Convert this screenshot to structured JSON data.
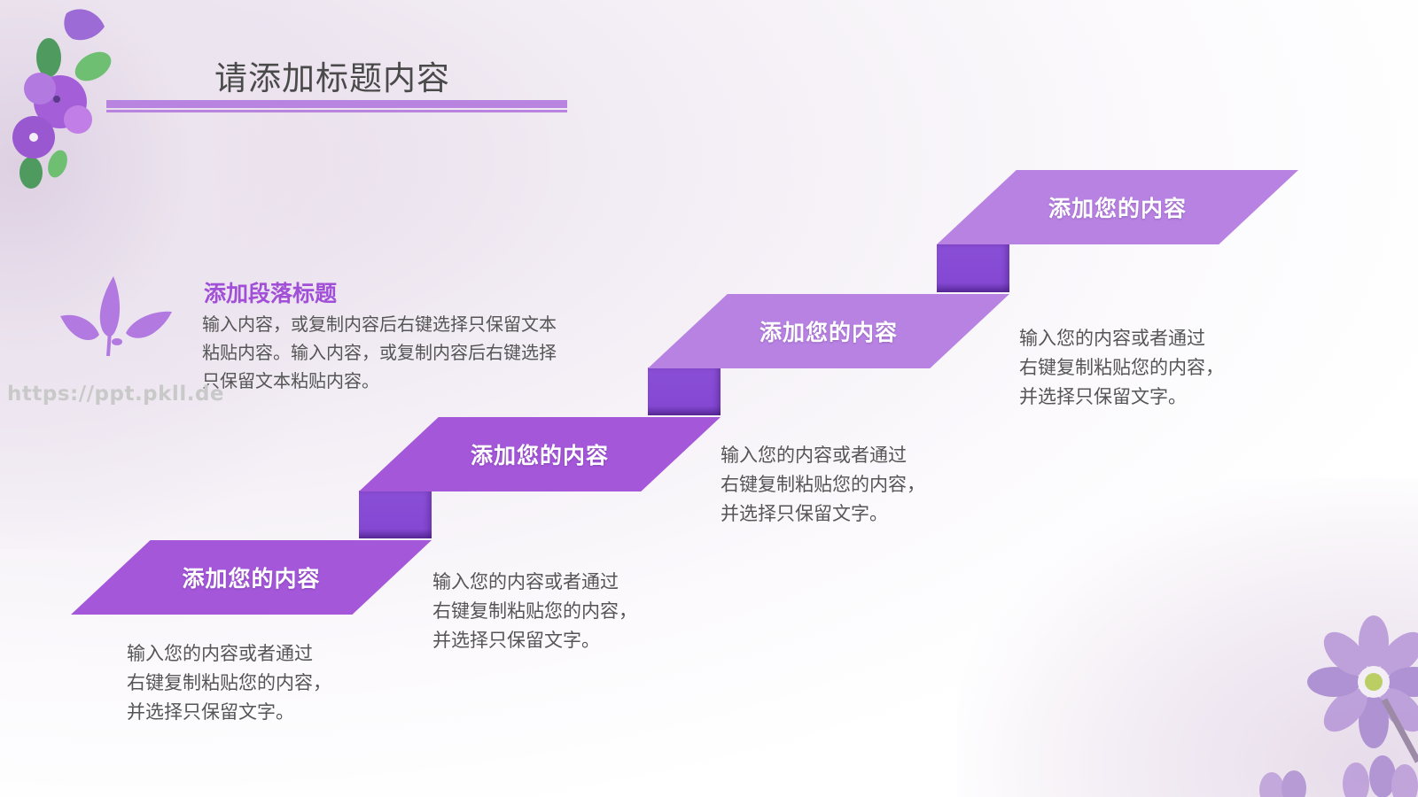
{
  "slide": {
    "title": "请添加标题内容",
    "accent_color": "#b983e0",
    "watermark": "https://ppt.pkll.de"
  },
  "intro": {
    "icon": "leaf-icon",
    "heading": "添加段落标题",
    "body_lines": [
      "输入内容，或复制内容后右键选择只保留文本",
      "粘贴内容。输入内容，或复制内容后右键选择",
      "只保留文本粘贴内容。"
    ]
  },
  "steps": [
    {
      "label": "添加您的内容",
      "color": "#a457d9",
      "desc_lines": [
        "输入您的内容或者通过",
        "右键复制粘贴您的内容，",
        "并选择只保留文字。"
      ]
    },
    {
      "label": "添加您的内容",
      "color": "#a457d9",
      "desc_lines": [
        "输入您的内容或者通过",
        "右键复制粘贴您的内容，",
        "并选择只保留文字。"
      ]
    },
    {
      "label": "添加您的内容",
      "color": "#b882e2",
      "desc_lines": [
        "输入您的内容或者通过",
        "右键复制粘贴您的内容，",
        "并选择只保留文字。"
      ]
    },
    {
      "label": "添加您的内容",
      "color": "#b882e2",
      "desc_lines": [
        "输入您的内容或者通过",
        "右键复制粘贴您的内容，",
        "并选择只保留文字。"
      ]
    }
  ],
  "colors": {
    "connector": "#8448d3",
    "heading": "#a04fd6",
    "body_text": "#555555"
  }
}
